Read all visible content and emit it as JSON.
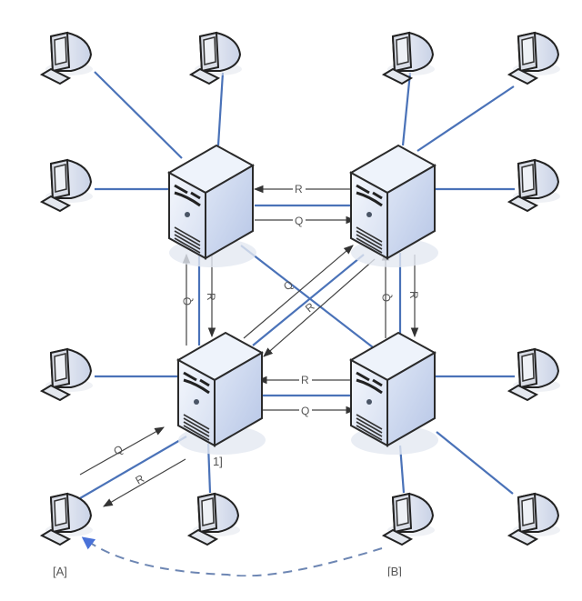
{
  "colors": {
    "link": "#4a72b8",
    "message_arrow": "#444444",
    "dashed_return": "#6d86b3",
    "server_face": "#e6edf8",
    "server_side": "#c6d3ec",
    "outline": "#2a2a2a"
  },
  "nodes": {
    "servers": [
      {
        "id": "server-top-left",
        "icon": "server-icon"
      },
      {
        "id": "server-top-right",
        "icon": "server-icon"
      },
      {
        "id": "server-bottom-left",
        "icon": "server-icon",
        "label": "1]"
      },
      {
        "id": "server-bottom-right",
        "icon": "server-icon"
      }
    ],
    "clients": [
      {
        "id": "pc-tl-1",
        "icon": "computer-icon"
      },
      {
        "id": "pc-tl-2",
        "icon": "computer-icon"
      },
      {
        "id": "pc-tl-3",
        "icon": "computer-icon"
      },
      {
        "id": "pc-tr-1",
        "icon": "computer-icon"
      },
      {
        "id": "pc-tr-2",
        "icon": "computer-icon"
      },
      {
        "id": "pc-tr-3",
        "icon": "computer-icon"
      },
      {
        "id": "pc-bl-1",
        "icon": "computer-icon"
      },
      {
        "id": "pc-bl-a",
        "icon": "computer-icon",
        "label": "[A]"
      },
      {
        "id": "pc-bl-2",
        "icon": "computer-icon"
      },
      {
        "id": "pc-br-1",
        "icon": "computer-icon"
      },
      {
        "id": "pc-br-b",
        "icon": "computer-icon",
        "label": "[B]"
      },
      {
        "id": "pc-br-2",
        "icon": "computer-icon"
      }
    ]
  },
  "labels": {
    "client_a": "[A]",
    "client_b": "[B]",
    "server_bl": "1]"
  },
  "messages": {
    "query": "Q",
    "response": "R"
  }
}
